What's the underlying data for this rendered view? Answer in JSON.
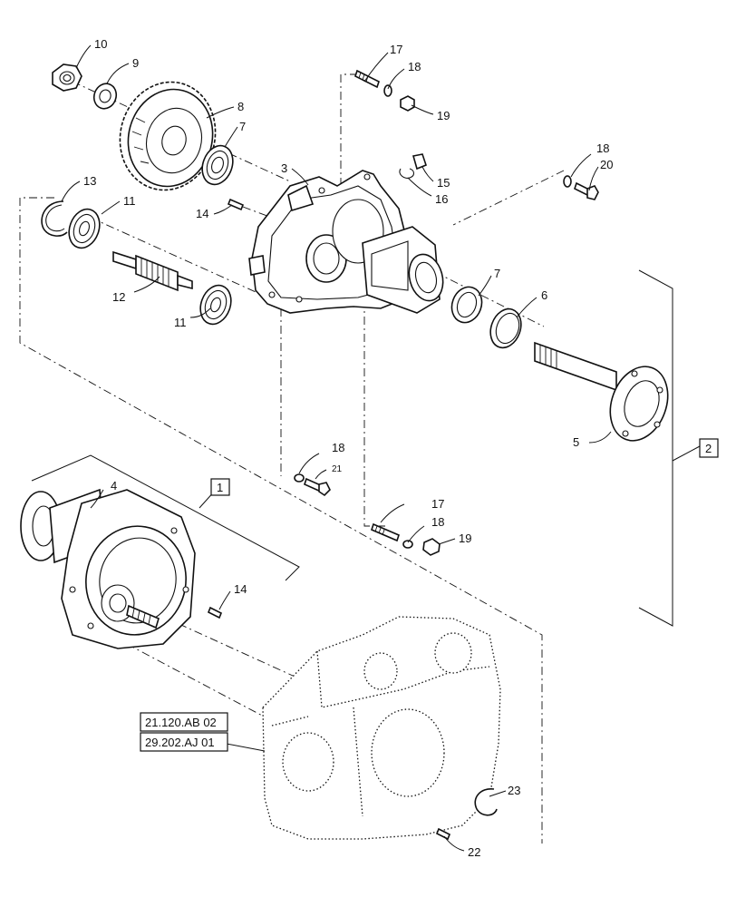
{
  "callouts": {
    "c10": "10",
    "c9": "9",
    "c8": "8",
    "c7a": "7",
    "c7b": "7",
    "c13": "13",
    "c11a": "11",
    "c11b": "11",
    "c12": "12",
    "c14a": "14",
    "c14b": "14",
    "c3": "3",
    "c4": "4",
    "c17a": "17",
    "c17b": "17",
    "c18a": "18",
    "c18b": "18",
    "c18c": "18",
    "c18d": "18",
    "c19a": "19",
    "c19b": "19",
    "c15": "15",
    "c16": "16",
    "c20": "20",
    "c21": "21",
    "c6": "6",
    "c5": "5",
    "c22": "22",
    "c23": "23"
  },
  "groups": {
    "g1": "1",
    "g2": "2"
  },
  "references": {
    "ref1": "21.120.AB 02",
    "ref2": "29.202.AJ 01"
  }
}
